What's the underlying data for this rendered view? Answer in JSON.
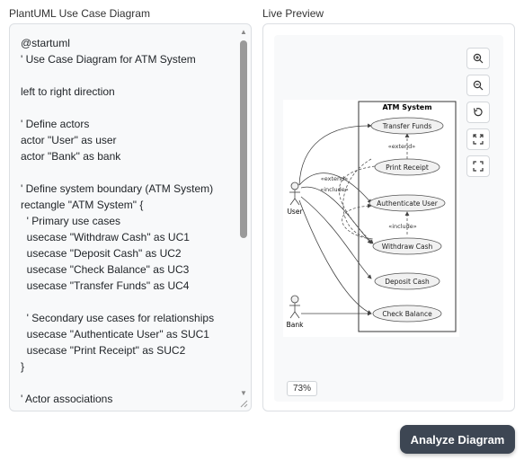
{
  "editor": {
    "label": "PlantUML Use Case Diagram",
    "code": "@startuml\n' Use Case Diagram for ATM System\n\nleft to right direction\n\n' Define actors\nactor \"User\" as user\nactor \"Bank\" as bank\n\n' Define system boundary (ATM System)\nrectangle \"ATM System\" {\n  ' Primary use cases\n  usecase \"Withdraw Cash\" as UC1\n  usecase \"Deposit Cash\" as UC2\n  usecase \"Check Balance\" as UC3\n  usecase \"Transfer Funds\" as UC4\n\n  ' Secondary use cases for relationships\n  usecase \"Authenticate User\" as SUC1\n  usecase \"Print Receipt\" as SUC2\n}\n\n' Actor associations"
  },
  "preview": {
    "label": "Live Preview",
    "zoom_level": "73%",
    "tools": [
      "zoom-in-icon",
      "zoom-out-icon",
      "reset-icon",
      "fit-icon",
      "fullscreen-icon"
    ]
  },
  "diagram": {
    "system_title": "ATM System",
    "actors": {
      "user": "User",
      "bank": "Bank"
    },
    "usecases": {
      "transfer": "Transfer Funds",
      "receipt": "Print Receipt",
      "auth": "Authenticate User",
      "withdraw": "Withdraw Cash",
      "deposit": "Deposit Cash",
      "balance": "Check Balance"
    },
    "relations": {
      "extend_top": "«extend»",
      "extend_left": "«extend»",
      "include_left": "«include»",
      "include_mid": "«include»"
    }
  },
  "actions": {
    "analyze_label": "Analyze Diagram"
  },
  "colors": {
    "button_bg": "#3d4653",
    "usecase_fill": "#f1f1f1"
  }
}
